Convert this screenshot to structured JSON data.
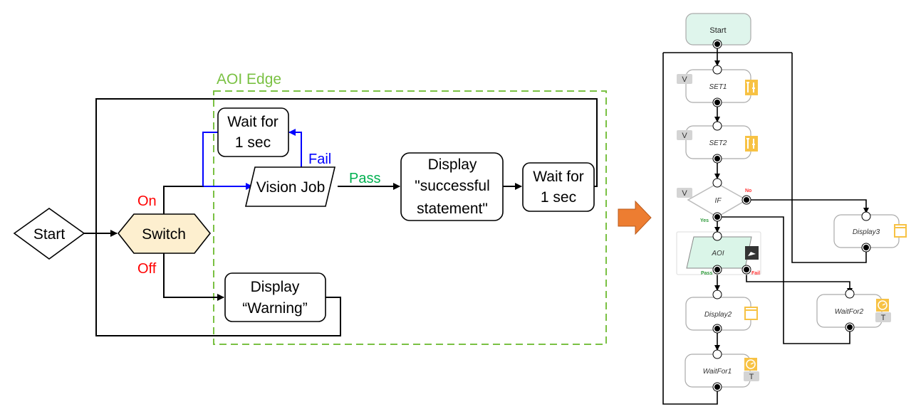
{
  "left_diagram": {
    "group_label": "AOI Edge",
    "nodes": {
      "start": "Start",
      "switch": "Switch",
      "wait_top": [
        "Wait for",
        "1 sec"
      ],
      "vision_job": "Vision Job",
      "display_success": [
        "Display",
        "\"successful",
        "statement\""
      ],
      "wait_right": [
        "Wait for",
        "1 sec"
      ],
      "display_warning": [
        "Display",
        "“Warning”"
      ]
    },
    "edge_labels": {
      "on": "On",
      "off": "Off",
      "fail": "Fail",
      "pass": "Pass"
    },
    "colors": {
      "on_off": "#ff0000",
      "fail": "#0000ff",
      "pass": "#00b050",
      "group_border": "#7ac143",
      "switch_fill": "#fdefcf"
    }
  },
  "transition_arrow": {
    "icon": "right-arrow-icon",
    "color": "#ed7d31"
  },
  "right_diagram": {
    "nodes": {
      "start": "Start",
      "set1": "SET1",
      "set2": "SET2",
      "if": "IF",
      "aoi": "AOI",
      "display2": "Display2",
      "display3": "Display3",
      "waitfor1": "WaitFor1",
      "waitfor2": "WaitFor2"
    },
    "badges": {
      "variable": "V",
      "timer": "T"
    },
    "port_labels": {
      "no": "No",
      "yes": "Yes",
      "pass": "Pass",
      "fail": "Fail"
    },
    "icons": {
      "set": "tools-icon",
      "display": "window-icon",
      "wait": "clock-icon",
      "aoi": "camera-icon"
    },
    "colors": {
      "start_fill": "#dff5ec",
      "aoi_fill": "#daf5e8",
      "icon_yellow": "#f7c244",
      "no": "#ff3333",
      "yes": "#2e9a3a"
    }
  }
}
